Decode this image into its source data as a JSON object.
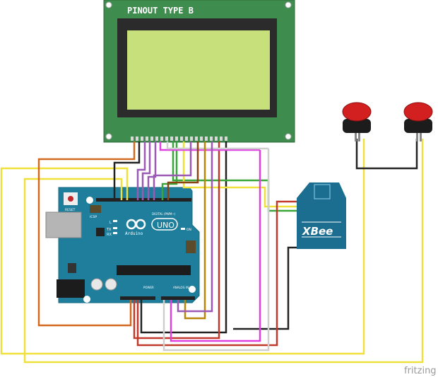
{
  "lcd": {
    "title": "PINOUT TYPE B",
    "board_color": "#3f8c4f",
    "screen_color": "#c8e07c"
  },
  "arduino": {
    "brand": "Arduino",
    "model": "UNO",
    "reset_label": "RESET",
    "icsp_label": "ICSP",
    "digital_label": "DIGITAL (PWM~)",
    "power_label": "POWER",
    "analog_label": "ANALOG IN",
    "led_l": "L",
    "led_tx": "TX",
    "led_rx": "RX",
    "led_on": "ON",
    "board_color": "#1f7e9c"
  },
  "xbee": {
    "label": "XBee",
    "color": "#1b6e90"
  },
  "buttons": [
    {
      "cap_color": "#d21f1f"
    },
    {
      "cap_color": "#d21f1f"
    }
  ],
  "watermark": "fritzing"
}
